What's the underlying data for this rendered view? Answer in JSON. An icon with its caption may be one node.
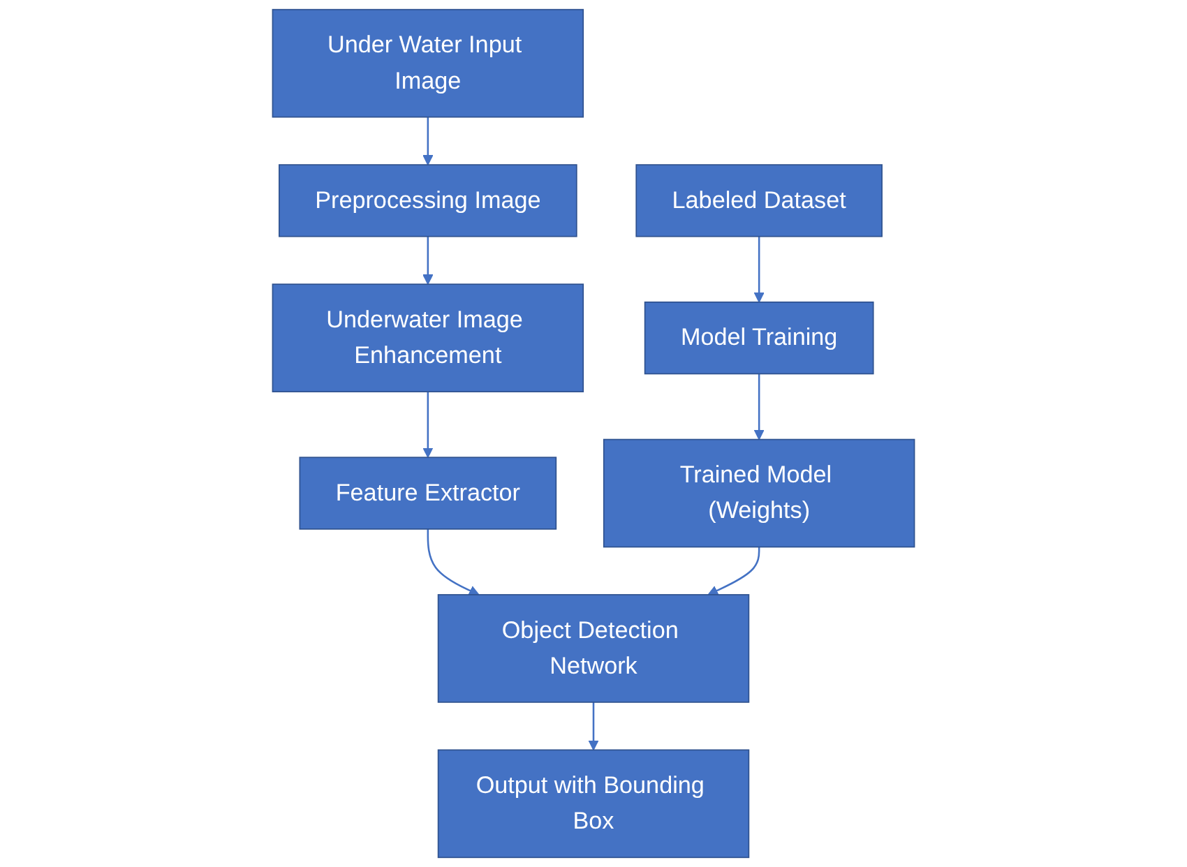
{
  "diagram": {
    "nodes": [
      {
        "text": [
          "Under Water Input Image"
        ]
      },
      {
        "text": [
          "Preprocessing Image"
        ]
      },
      {
        "text": [
          "Underwater Image Enhancement"
        ]
      },
      {
        "text": [
          "Feature Extractor"
        ]
      },
      {
        "text": [
          "Object Detection Network"
        ]
      },
      {
        "text": [
          "Output with Bounding Box"
        ]
      },
      {
        "text": [
          "Trained Model (Weights)"
        ]
      },
      {
        "text": [
          "Labeled Dataset"
        ]
      },
      {
        "text": [
          "Model Training"
        ]
      }
    ],
    "edges": [
      {
        "from": 0,
        "to": 1,
        "arrow": "to"
      },
      {
        "from": 1,
        "to": 2,
        "arrow": "to"
      },
      {
        "from": 2,
        "to": 3,
        "arrow": "to"
      },
      {
        "from": 3,
        "to": 4,
        "arrow": "to"
      },
      {
        "from": 4,
        "to": 5,
        "arrow": "to"
      },
      {
        "from": 6,
        "to": 4,
        "arrow": "to"
      },
      {
        "from": 8,
        "to": 6,
        "arrow": "to"
      },
      {
        "from": 7,
        "to": 8,
        "arrow": "to"
      }
    ]
  }
}
